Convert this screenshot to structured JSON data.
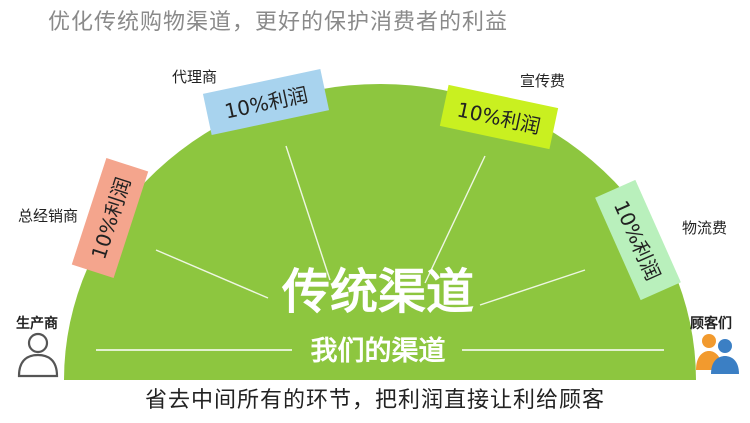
{
  "title": "优化传统购物渠道，更好的保护消费者的利益",
  "center": {
    "main": "传统渠道",
    "sub": "我们的渠道"
  },
  "tags": [
    {
      "name": "总经销商",
      "profit": "10%利润",
      "color": "#f4a58d"
    },
    {
      "name": "代理商",
      "profit": "10%利润",
      "color": "#a8d3ee"
    },
    {
      "name": "宣传费",
      "profit": "10%利润",
      "color": "#c9f020"
    },
    {
      "name": "物流费",
      "profit": "10%利润",
      "color": "#b9f0bc"
    }
  ],
  "producer": {
    "label": "生产商",
    "icon": "person-outline-icon"
  },
  "customers": {
    "label": "顾客们",
    "icon": "customers-group-icon"
  },
  "bottom": "省去中间所有的环节，把利润直接让利给顾客",
  "colors": {
    "dome": "#8dc63f",
    "title": "#8a8a8a"
  }
}
